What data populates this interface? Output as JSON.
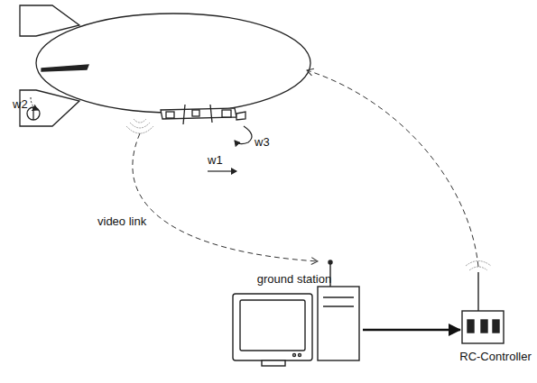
{
  "diagram": {
    "nodes": [
      {
        "text": [
          "ground station"
        ]
      },
      {
        "text": [
          "RC-Controller"
        ]
      }
    ],
    "edges": [
      {
        "from": 0,
        "to": 1,
        "arrow": "to"
      }
    ],
    "labels": [
      "w2",
      "w1",
      "w3",
      "video link"
    ]
  }
}
